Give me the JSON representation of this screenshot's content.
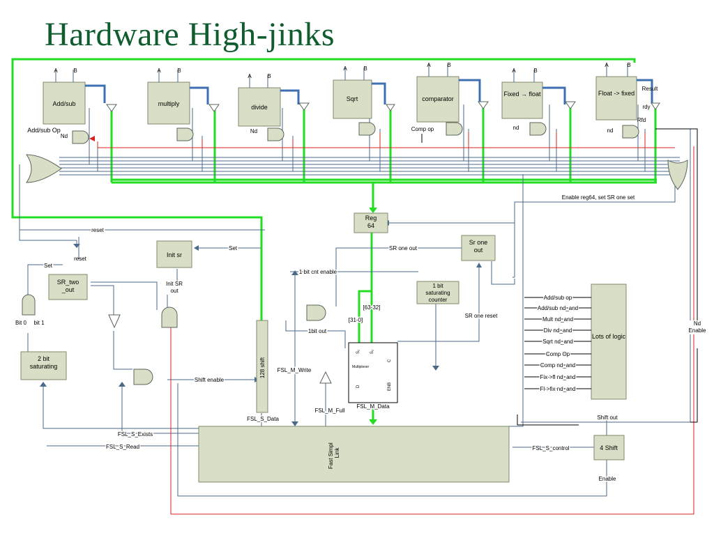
{
  "title": "Hardware High-jinks",
  "units": [
    {
      "label": "Add/sub",
      "in_a": "A",
      "in_b": "B"
    },
    {
      "label": "multiply",
      "in_a": "A",
      "in_b": "B"
    },
    {
      "label": "divide",
      "in_a": "A",
      "in_b": "B"
    },
    {
      "label": "Sqrt",
      "in_a": "A",
      "in_b": "B"
    },
    {
      "label": "comparator",
      "in_a": "A",
      "in_b": "B"
    },
    {
      "label": "Fixed → float",
      "in_a": "A",
      "in_b": "B"
    },
    {
      "label": "Float -> fixed",
      "in_a": "A",
      "in_b": "B"
    }
  ],
  "unit_labels": {
    "addsub_op": "Add/sub Op",
    "nd_addsub": "Nd",
    "nd_divide": "Nd",
    "comp_op": "Comp op",
    "nd_fixed": "nd",
    "nd_float": "nd",
    "result": "Result",
    "rdy": "rdy",
    "rfd": "Rfd"
  },
  "blocks": {
    "reg64": "Reg 64",
    "init_sr": "Init sr",
    "sr_two_out": "SR_two _out",
    "two_bit_sat": "2 bit saturating",
    "shift128": "128 shift",
    "sr_one_out": "Sr one out",
    "one_bit_sat": "1 bit saturating counter",
    "multiplexer": "Multiplexer",
    "mux_s1": "S₁",
    "mux_s2": "S₂",
    "mux_c": "C",
    "mux_enb": "ENB",
    "mux_d": "D",
    "lots_of_logic": "Lots of logic",
    "fsl": "Fast Simplex Link",
    "four_shift": "4 Shift"
  },
  "signals": {
    "enable_reg64": "Enable reg64, set SR one set",
    "reset_top": "reset",
    "reset_sr": "reset",
    "set_sr": "Set",
    "set_init": "Set",
    "init_sr_out": "Init SR out",
    "sr_one_out_sig": "SR one out",
    "one_bit_cnt_enable": "1 bit cnt enable",
    "bus_63_32": "[63-32]",
    "bus_31_0": "[31-0]",
    "sr_one_reset": "SR one reset",
    "one_bit_out": "1bit out",
    "bit0": "Bit 0",
    "bit1": "bit 1",
    "shift_enable": "Shift enable",
    "fsl_m_write": "FSL_M_Write",
    "fsl_m_full": "FSL_M_Full",
    "fsl_m_data": "FSL_M_Data",
    "fsl_s_data": "FSL_S_Data",
    "fsl_s_exists": "FSL_S_Exists",
    "fsl_s_read": "FSL_S_Read",
    "fsl_s_control": "FSL_S_control",
    "shift_out": "Shift out",
    "enable": "Enable",
    "nd_enable": "Nd Enable"
  },
  "logic_inputs": [
    "Add/sub op",
    "Add/sub nd_and",
    "Mult nd_and",
    "Div nd_and",
    "Sqrt nd_and",
    "Comp Op",
    "Comp nd_and",
    "Fix->fl nd_and",
    "Fl->fix nd_and"
  ],
  "colors": {
    "title": "#0f5c2e",
    "block_fill": "#d9dfc6",
    "green_wire": "#22dd22",
    "red_wire": "#d82020",
    "blue_bus": "#3f6fb0",
    "wire": "#4a6a8a"
  }
}
